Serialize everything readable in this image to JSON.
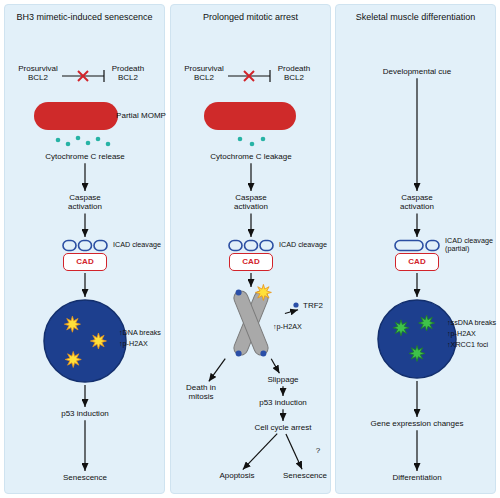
{
  "diagram": {
    "nodes": [
      {
        "text": [
          "BH3 mimetic-induced senescence"
        ]
      },
      {
        "text": [
          "Cytochrome C release"
        ],
        "in": 0
      },
      {
        "text": [
          "Caspase activation"
        ],
        "in": 0
      },
      {
        "text": [
          "ICAD cleavage"
        ],
        "in": 0
      },
      {
        "text": [
          "CAD"
        ],
        "in": 0
      },
      {
        "text": [
          "↑DNA breaks",
          "↑p-H2AX"
        ],
        "in": 0
      },
      {
        "text": [
          "p53 induction"
        ],
        "in": 0
      },
      {
        "text": [
          "Senescence"
        ],
        "in": 0
      },
      {
        "text": [
          "Prolonged mitotic arrest"
        ]
      },
      {
        "text": [
          "Cytochrome C leakage"
        ],
        "in": 8
      },
      {
        "text": [
          "Caspase activation"
        ],
        "in": 8
      },
      {
        "text": [
          "ICAD cleavage"
        ],
        "in": 8
      },
      {
        "text": [
          "CAD"
        ],
        "in": 8
      },
      {
        "text": [
          "↑p-H2AX"
        ],
        "in": 8
      },
      {
        "text": [
          "TRF2"
        ],
        "in": 8
      },
      {
        "text": [
          "Death in mitosis"
        ],
        "in": 8
      },
      {
        "text": [
          "Slippage"
        ],
        "in": 8
      },
      {
        "text": [
          "p53 induction"
        ],
        "in": 8
      },
      {
        "text": [
          "Cell cycle arrest"
        ],
        "in": 8
      },
      {
        "text": [
          "Apoptosis"
        ],
        "in": 8
      },
      {
        "text": [
          "Senescence"
        ],
        "in": 8
      },
      {
        "text": [
          "Skeletal muscle differentiation"
        ]
      },
      {
        "text": [
          "Developmental cue"
        ],
        "in": 21
      },
      {
        "text": [
          "Caspase activation"
        ],
        "in": 21
      },
      {
        "text": [
          "ICAD cleavage (partial)"
        ],
        "in": 21
      },
      {
        "text": [
          "CAD"
        ],
        "in": 21
      },
      {
        "text": [
          "↑ssDNA breaks",
          "↑p-H2AX",
          "↑XRCC1 foci"
        ],
        "in": 21
      },
      {
        "text": [
          "Gene expression changes"
        ],
        "in": 21
      },
      {
        "text": [
          "Differentiation"
        ],
        "in": 21
      }
    ],
    "edges": [
      {
        "from": 1,
        "to": 2,
        "arrow": "to"
      },
      {
        "from": 2,
        "to": 3,
        "arrow": "to"
      },
      {
        "from": 4,
        "to": 5,
        "arrow": "to"
      },
      {
        "from": 5,
        "to": 6,
        "arrow": "to"
      },
      {
        "from": 6,
        "to": 7,
        "arrow": "to"
      },
      {
        "from": 9,
        "to": 10,
        "arrow": "to"
      },
      {
        "from": 10,
        "to": 11,
        "arrow": "to"
      },
      {
        "from": 12,
        "to": 13,
        "arrow": "to"
      },
      {
        "from": 13,
        "to": 14,
        "arrow": "to"
      },
      {
        "from": 13,
        "to": 15,
        "arrow": "to"
      },
      {
        "from": 13,
        "to": 16,
        "arrow": "to"
      },
      {
        "from": 16,
        "to": 17,
        "arrow": "to"
      },
      {
        "from": 17,
        "to": 18,
        "arrow": "to"
      },
      {
        "from": 18,
        "to": 19,
        "arrow": "to"
      },
      {
        "from": 18,
        "to": 20,
        "arrow": "to"
      },
      {
        "from": 22,
        "to": 23,
        "arrow": "to"
      },
      {
        "from": 23,
        "to": 24,
        "arrow": "to"
      },
      {
        "from": 25,
        "to": 26,
        "arrow": "to"
      },
      {
        "from": 26,
        "to": 27,
        "arrow": "to"
      },
      {
        "from": 27,
        "to": 28,
        "arrow": "to"
      }
    ],
    "labels": [
      "Prosurvival BCL2",
      "Prodeath BCL2",
      "Partial MOMP",
      "Prosurvival BCL2",
      "Prodeath BCL2",
      "?"
    ]
  }
}
